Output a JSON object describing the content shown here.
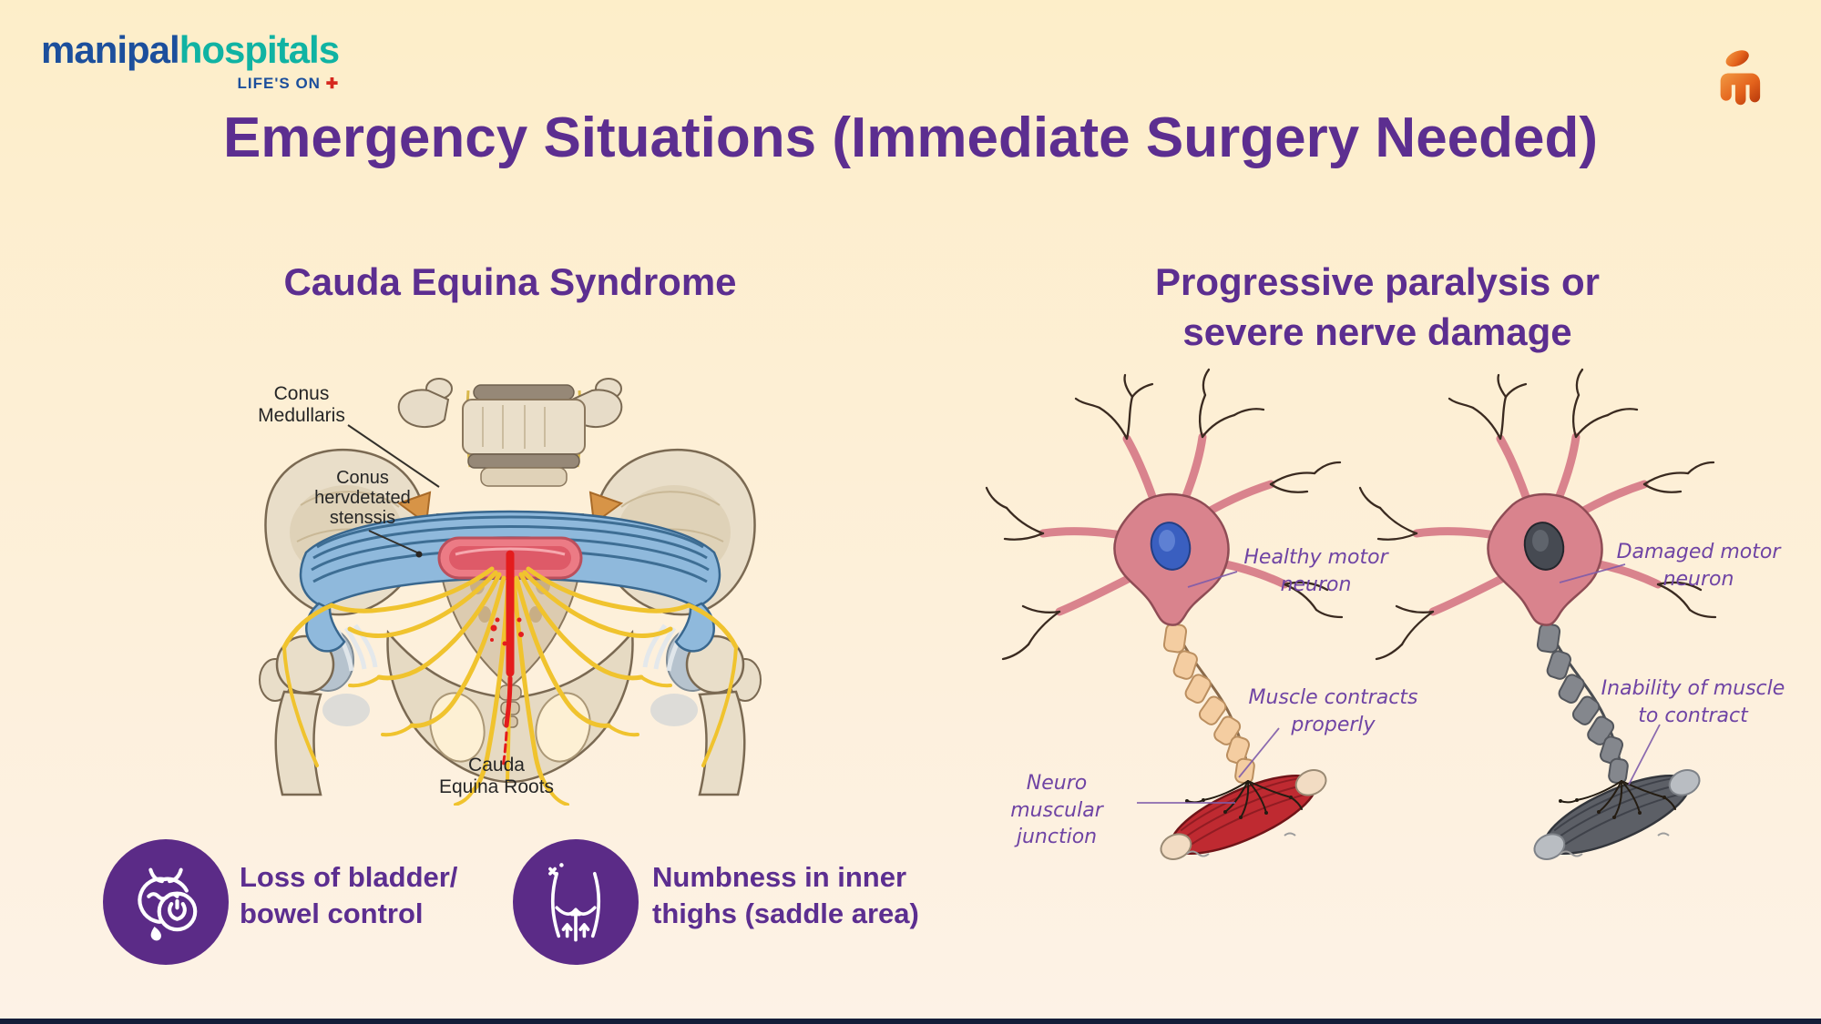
{
  "brand": {
    "name_primary": "manipal",
    "name_secondary": "hospitals",
    "tagline": "LIFE'S ON",
    "tagline_cross": "✚",
    "colors": {
      "primary_blue": "#1c4f9c",
      "teal": "#10b3a3",
      "cross_red": "#d6281e",
      "figure_orange": "#e4631c"
    }
  },
  "title": "Emergency Situations (Immediate Surgery Needed)",
  "cauda": {
    "heading": "Cauda Equina Syndrome",
    "diagram": {
      "conus_medullaris": [
        "Conus",
        "Medullaris"
      ],
      "stenosis": [
        "Conus",
        "hervdetated",
        "stenssis"
      ],
      "roots": [
        "Cauda",
        "Equina Roots"
      ]
    },
    "symptoms": [
      {
        "icon": "bladder-icon",
        "lines": [
          "Loss of bladder/",
          "bowel control"
        ]
      },
      {
        "icon": "saddle-area-icon",
        "lines": [
          "Numbness in inner",
          "thighs (saddle area)"
        ]
      }
    ]
  },
  "paralysis": {
    "heading": [
      "Progressive paralysis or",
      "severe nerve damage"
    ],
    "healthy": {
      "neuron_label": [
        "Healthy motor",
        "neuron"
      ],
      "muscle_label": [
        "Muscle contracts",
        "properly"
      ],
      "junction_label": [
        "Neuro muscular",
        "junction"
      ]
    },
    "damaged": {
      "neuron_label": [
        "Damaged motor",
        "neuron"
      ],
      "muscle_label": [
        "Inability of muscle",
        "to contract"
      ]
    }
  },
  "theme": {
    "title_purple": "#5c2e90",
    "icon_circle_purple": "#5b2b87",
    "neuron_label_purple": "#6f44a4",
    "background_top": "#fdeec9",
    "background_bottom": "#fdf2e6",
    "footer_bar": "#141d38"
  }
}
